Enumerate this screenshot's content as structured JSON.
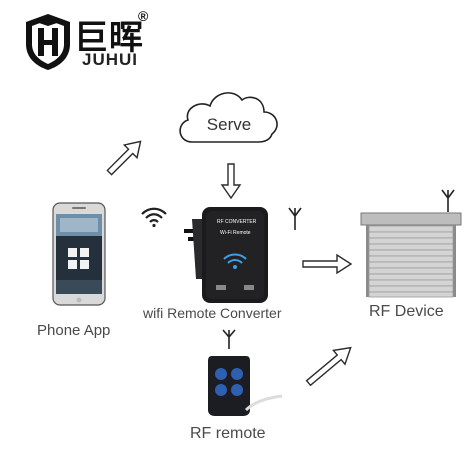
{
  "brand": {
    "name_cn": "巨晖",
    "name_en": "JUHUI",
    "registered_mark": "®"
  },
  "nodes": {
    "server": "Serve",
    "phone_app": "Phone App",
    "converter": "wifi Remote Converter",
    "rf_device": "RF Device",
    "rf_remote": "RF remote"
  },
  "converter_device": {
    "title": "RF CONVERTER",
    "subtitle": "Wi-Fi Remote"
  },
  "colors": {
    "arrow_outline": "#2b2b2b",
    "device_body": "#1b1b1d",
    "wifi_blue": "#3aa0e8",
    "shutter": "#cfcfcf"
  }
}
